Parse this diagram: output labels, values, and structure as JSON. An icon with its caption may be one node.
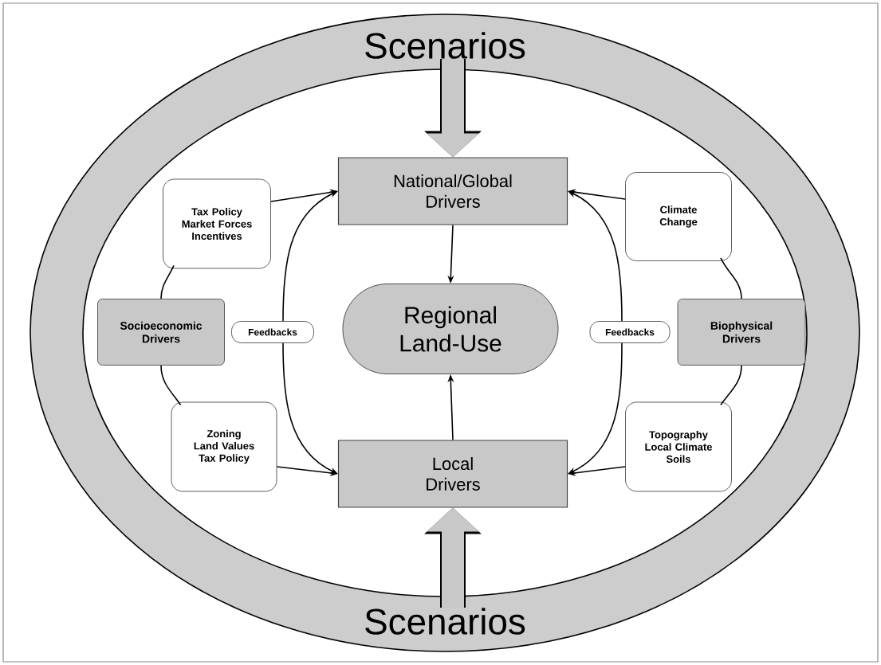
{
  "diagram": {
    "nodes": [
      {
        "text": [
          "Scenarios"
        ]
      },
      {
        "text": [
          "National/Global Drivers"
        ]
      },
      {
        "text": [
          "Tax Policy Market Forces Incentives"
        ]
      },
      {
        "text": [
          "Climate Change"
        ]
      },
      {
        "text": [
          "Socioeconomic Drivers"
        ]
      },
      {
        "text": [
          "Feedbacks"
        ]
      },
      {
        "text": [
          "Regional Land-Use"
        ]
      },
      {
        "text": [
          "Feedbacks"
        ]
      },
      {
        "text": [
          "Biophysical Drivers"
        ]
      },
      {
        "text": [
          "Zoning Land Values Tax Policy"
        ]
      },
      {
        "text": [
          "Local Drivers"
        ]
      },
      {
        "text": [
          "Topography Local Climate Soils"
        ]
      },
      {
        "text": [
          "Scenarios"
        ]
      }
    ],
    "edges": [
      {
        "from": 0,
        "to": 1,
        "arrow": "to",
        "style": "thick",
        "color": "#c8c8c8"
      },
      {
        "from": 12,
        "to": 10,
        "arrow": "to",
        "style": "thick",
        "color": "#c8c8c8"
      },
      {
        "from": 1,
        "to": 6,
        "arrow": "to"
      },
      {
        "from": 10,
        "to": 6,
        "arrow": "to"
      },
      {
        "from": 2,
        "to": 1,
        "arrow": "to"
      },
      {
        "from": 3,
        "to": 1,
        "arrow": "to"
      },
      {
        "from": 9,
        "to": 10,
        "arrow": "to"
      },
      {
        "from": 11,
        "to": 10,
        "arrow": "to"
      },
      {
        "from": 2,
        "to": 4,
        "arrow": "none"
      },
      {
        "from": 4,
        "to": 9,
        "arrow": "none"
      },
      {
        "from": 3,
        "to": 8,
        "arrow": "none"
      },
      {
        "from": 8,
        "to": 11,
        "arrow": "none"
      },
      {
        "from": 5,
        "to": 1,
        "arrow": "to"
      },
      {
        "from": 5,
        "to": 10,
        "arrow": "to"
      },
      {
        "from": 7,
        "to": 1,
        "arrow": "to"
      },
      {
        "from": 7,
        "to": 10,
        "arrow": "to"
      }
    ]
  }
}
